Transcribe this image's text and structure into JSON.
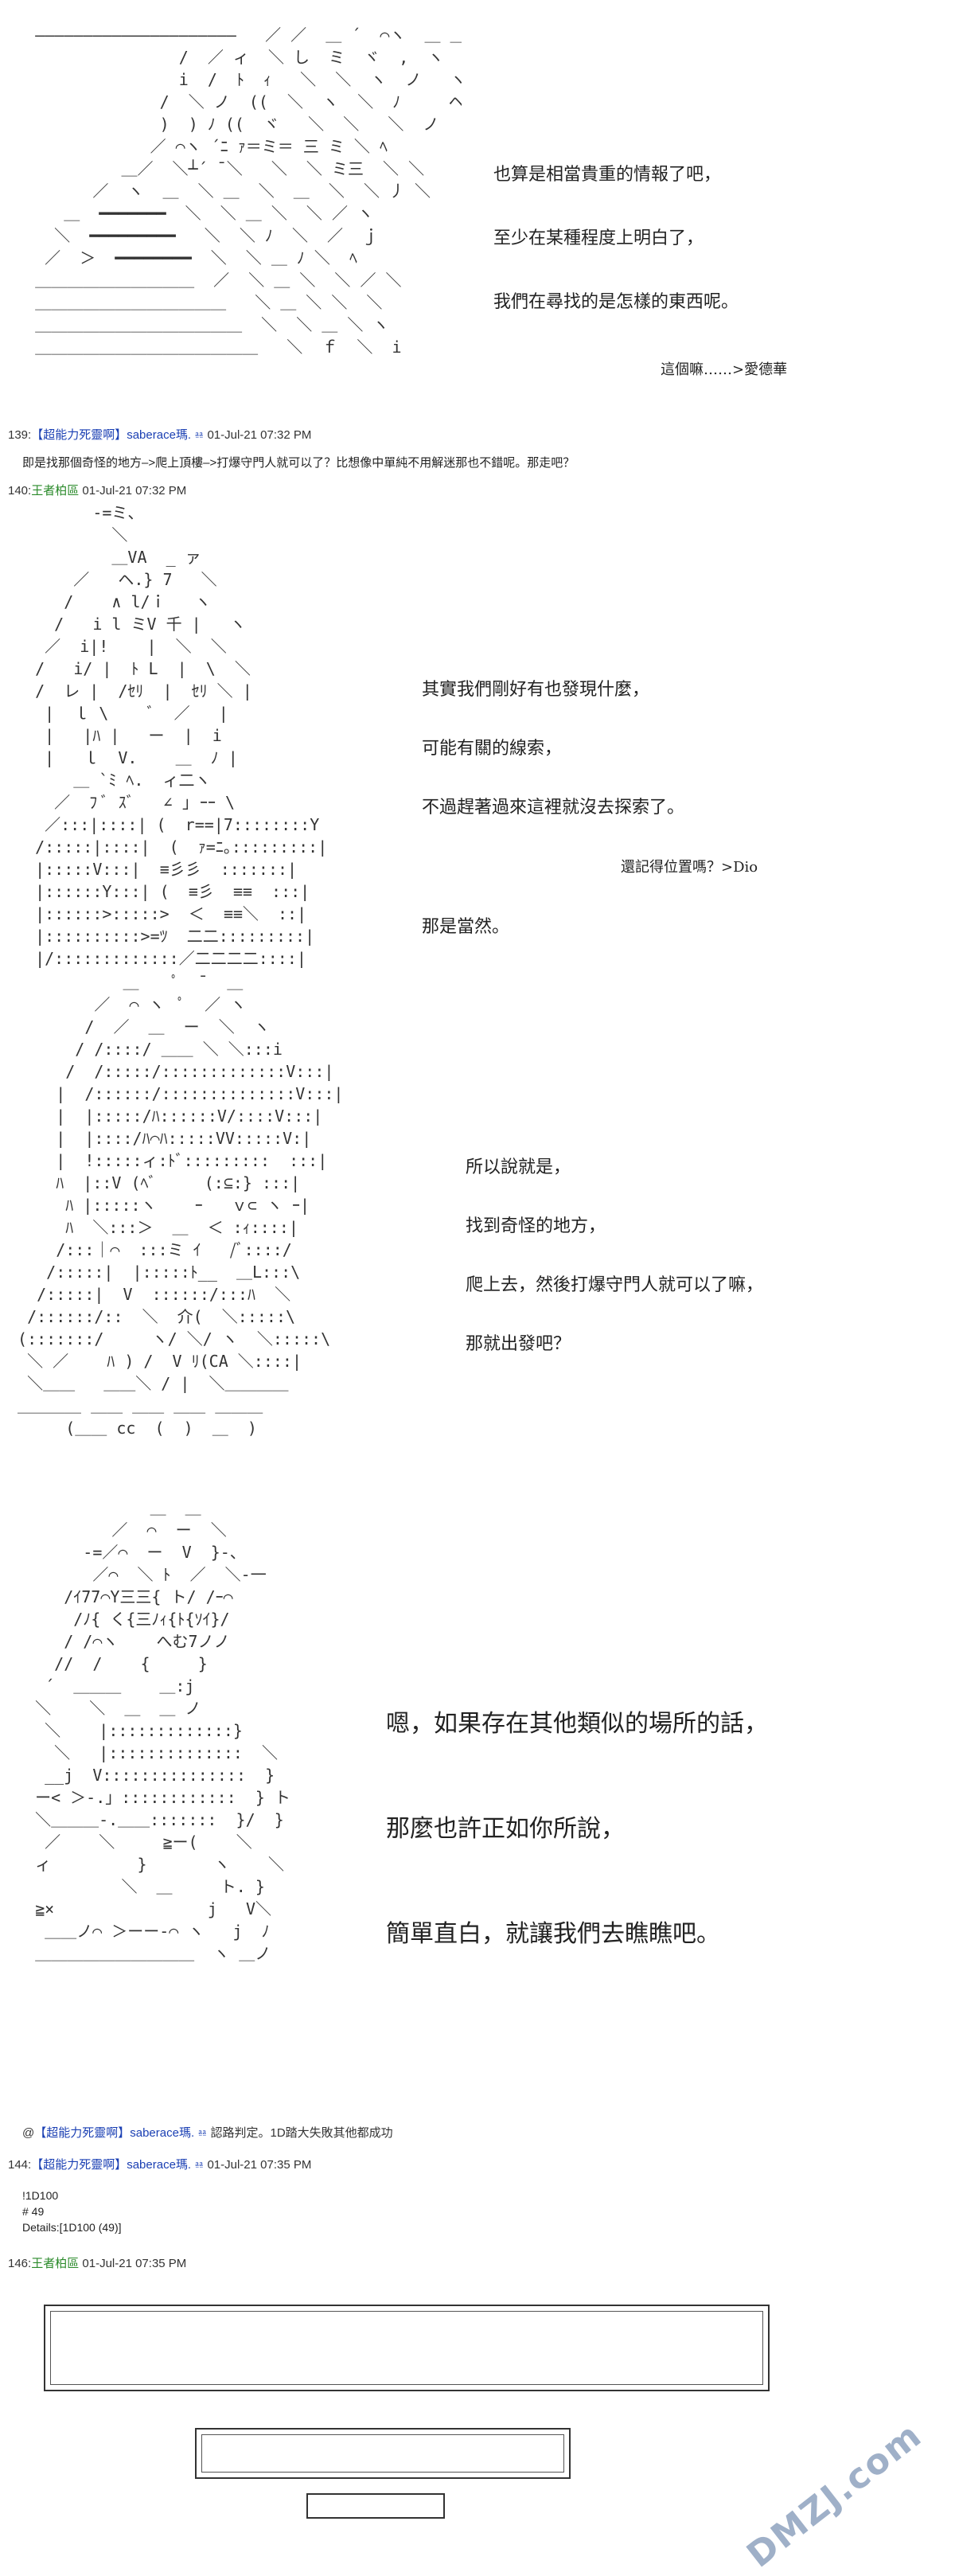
{
  "panel1": {
    "lines": [
      "也算是相當貴重的情報了吧，",
      "至少在某種程度上明白了，",
      "我們在尋找的是怎樣的東西呢。"
    ],
    "side": "這個嘛……>愛德華"
  },
  "posts": {
    "p139": {
      "num": "139:",
      "name": "【超能力死靈啊】",
      "author": "saberace瑪.",
      "date": "01-Jul-21 07:32 PM",
      "body": "即是找那個奇怪的地方–>爬上頂樓–>打爆守門人就可以了？比想像中單純不用解迷那也不錯呢。那走吧？"
    },
    "p140": {
      "num": "140:",
      "name": "王者柏區",
      "date": "01-Jul-21 07:32 PM"
    },
    "p144": {
      "num": "144:",
      "name": "【超能力死靈啊】",
      "author": "saberace瑪.",
      "date": "01-Jul-21 07:35 PM"
    },
    "p146": {
      "num": "146:",
      "name": "王者柏區",
      "date": "01-Jul-21 07:35 PM"
    }
  },
  "panel2": {
    "lines": [
      "其實我們剛好有也發現什麼，",
      "可能有關的線索，",
      "不過趕著過來這裡就沒去探索了。"
    ],
    "side": "還記得位置嗎？>Dio",
    "reply": "那是當然。"
  },
  "panel3": {
    "lines": [
      "所以說就是，",
      "找到奇怪的地方，",
      "爬上去，然後打爆守門人就可以了嘛，",
      "那就出發吧？"
    ]
  },
  "panel4": {
    "lines": [
      "嗯，如果存在其他類似的場所的話，",
      "那麼也許正如你所說，",
      "簡單直白，就讓我們去瞧瞧吧。"
    ]
  },
  "dice_line": {
    "prefix": "@",
    "name": "【超能力死靈啊】",
    "author": "saberace瑪.",
    "text": "認路判定。1D踏大失敗其他都成功"
  },
  "dice": {
    "cmd": "!1D100",
    "result": "# 49",
    "details": "Details:[1D100 (49)]"
  },
  "watermark": "DMZJ.com",
  "art": {
    "a1": "  ―――――――――――――――――――――   ／ ／  ＿ ´  ⌒ヽ  ＿ ＿\n                 /  ／ ィ  ＼ し  ミ  ヾ  ,  ヽ\n                 i  /  ﾄ  ｨ   ＼  ＼  ヽ  ノ   ヽ\n               /  ＼ ノ  ((  ＼  ヽ  ＼  ﾉ     ヘ\n               )  ) ﾉ ((  ヾ   ＼  ＼   ＼  ノ    ノ\n              ／ ⌒ヽ ´ﾆ ｧ＝ミ＝ 三 ミ ＼ ﾍ\n           ＿／  ＼┴´ ̄ ＼   ＼  ＼ ミ三  ＼ ＼\n        ／  ヽ  ＿  ＼ ＿  ＼  ＿  ＼  ＼ 丿 ＼\n     ＿  ━━━━━━━  ＼  ＼ ＿ ＼  ＼ ／ ヽ\n    ＼  ━━━━━━━━━   ＼  ＼ ﾉ  ＼  ／  ｊ\n   ／  ＞  ━━━━━━━━  ＼  ＼ ＿ ﾉ ＼  ﾍ\n  ＿＿＿＿＿＿＿＿＿＿  ／  ＼ ＿ ＼  ＼ ／ ＼\n  ＿＿＿＿＿＿＿＿＿＿＿＿   ＼ ＿ ＼ ＼  ＼\n  ＿＿＿＿＿＿＿＿＿＿＿＿＿  ＼  ＼ ＿ ＼ ヽ\n  ＿＿＿＿＿＿＿＿＿＿＿＿＿＿   ＼  ｆ  ＼  i",
    "a2": "        -=ミ、\n          ＼\n          ＿VA  _ ァ\n      ／   ヘ.} 7   ＼\n     /    ∧ l/ｉ   ヽ\n    /   i l ミV 千 |   ヽ\n   ／  i|!    |  ＼  ＼\n  /   i/ |  ﾄ L  |  \\  ＼\n  /  レ |  /ｾﾘ  |  ｾﾘ ＼ |\n   |  ｌ \\    ﾞ  ／   |\n   |   |ﾊ |   ー  |  i\n   |   ｌ  V.    ＿  ﾉ |\n      ＿ `ﾐ ﾍ.  ィ二ヽ\n    ／  ﾌ ﾞ ｽﾞ   ∠ ｣ ｰｰ \\\n   ／:::|::::| (  r==|7::::::::Y\n  /:::::|::::|  (  ｧ=ﾆ｡:::::::::|\n  |:::::V:::|  ≡彡彡  :::::::|\n  |::::::Y:::| (  ≡彡  ≡≡  :::|\n  |::::::>:::::>  ＜  ≡≡＼  ::|\n  |::::::::::>=ﾂ  二二:::::::::|\n  |/:::::::::::::／二二二二::::|",
    "a3": "            ＿    ﾟ  ¯  ＿\n         ／  ⌒ ヽ  ﾟ  ／ ヽ\n        /  ／  ＿  ー  ＼  ヽ\n       / /::::/ ＿＿ ＼ ＼:::i\n      /  /:::::/:::::::::::::V:::|\n     |  /::::::/::::::::::::::V:::|\n     |  |:::::/ﾊ::::::V/::::V:::|\n     |  |::::/ﾊ⌒ﾊ:::::VV:::::V:|\n     |  !:::::ィ:ﾄﾞ:::::::::  :::|\n     ﾊ  |::V (ﾍﾞ     (:⊆:} :::|\n      ﾊ |:::::ヽ    ｰ   ｖ⊂ ヽ ｰ|\n      ﾊ  ＼:::＞  ＿  ＜ :ｨ::::|\n     /:::｜⌒  :::ミ ｲ   /ﾞ::::/\n    /:::::|  |:::::ﾄ__  ＿L:::\\\n   /:::::|  V  ::::::/:::ﾊ  ＼\n  /::::::/::  ＼  介(  ＼:::::\\\n (:::::::/     ヽ/ ＼/ ヽ  ＼:::::\\\n  ＼ ／    ﾊ ) /  V ﾘ(CA ＼::::|\n  ＼＿＿   ＿＿＼ / |  ＼＿＿＿＿\n ＿＿＿＿ ＿＿ ＿＿ ＿＿ ＿＿＿\n      (＿＿ cc  (  )  ＿  )",
    "a4": "              ＿  ＿\n          ／  ⌒  ー  ＼\n       -=／⌒  ー  V  }-、\n        ／⌒  ＼ ﾄ  ／  ＼-一\n     /ｲ77⌒Y三三{ ト/ /ｰ⌒\n      /ﾉ{ く{三ﾉｨ{ﾄ{ｿｲ}/\n     / /⌒ヽ    へむ7ノノ\n    //  /    {     }\n   ´  ＿＿＿    ＿:j\n  ＼    ＼  ＿  ＿ ノ\n   ＼    |:::::::::::::}\n    ＼   |::::::::::::::  ＼\n   __j  V:::::::::::::::  }\n  ー< ＞-.」::::::::::::  } ト\n  ＼＿＿＿-.＿＿:::::::  }/  }\n   ／    ＼     ≧ー(    ＼\n  ィ         }       ヽ    ＼\n           ＼  ＿     ト. }\n  ≧×                j   V＼\n   ＿＿ノ⌒ ＞ーー-⌒ ヽ   j  ﾉ\n  ＿＿＿＿＿＿＿＿＿＿  ヽ ＿ノ"
  }
}
